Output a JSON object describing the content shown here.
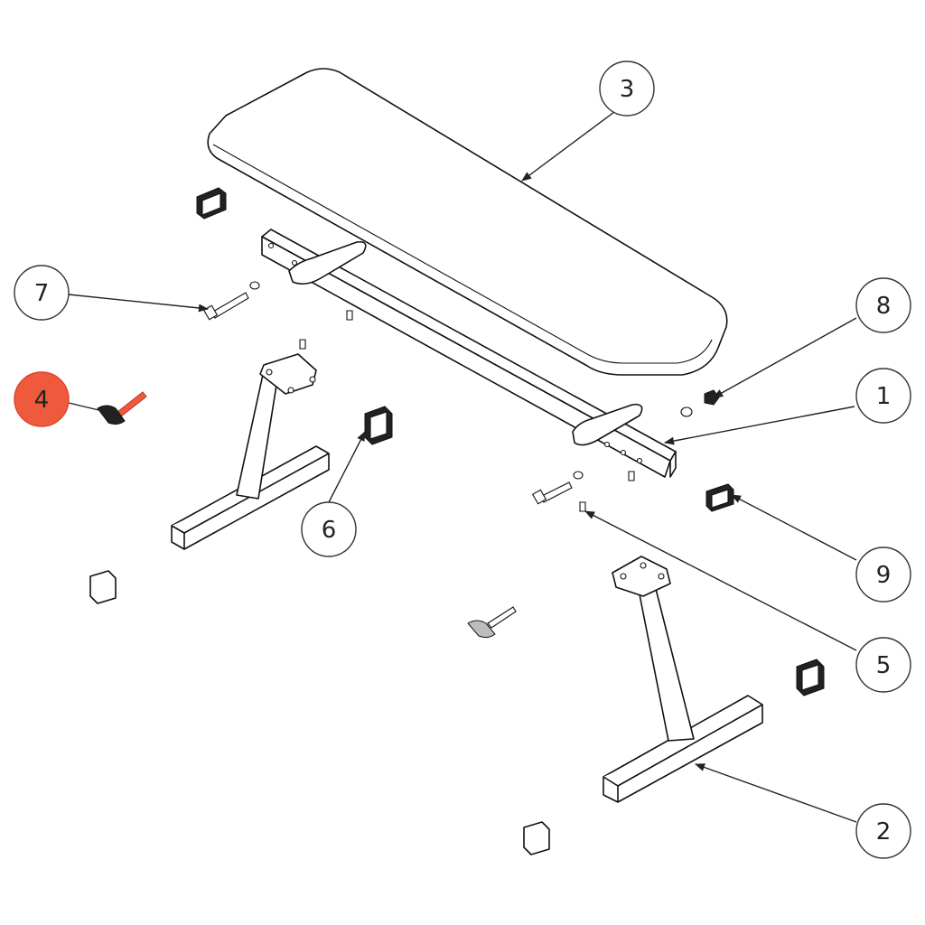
{
  "diagram": {
    "callouts": [
      {
        "id": "1",
        "label": "1"
      },
      {
        "id": "2",
        "label": "2"
      },
      {
        "id": "3",
        "label": "3"
      },
      {
        "id": "4",
        "label": "4",
        "highlighted": true
      },
      {
        "id": "5",
        "label": "5"
      },
      {
        "id": "6",
        "label": "6"
      },
      {
        "id": "7",
        "label": "7"
      },
      {
        "id": "8",
        "label": "8"
      },
      {
        "id": "9",
        "label": "9"
      }
    ],
    "colors": {
      "highlight": "#f05a3c",
      "line": "#222222",
      "background": "#ffffff"
    }
  }
}
